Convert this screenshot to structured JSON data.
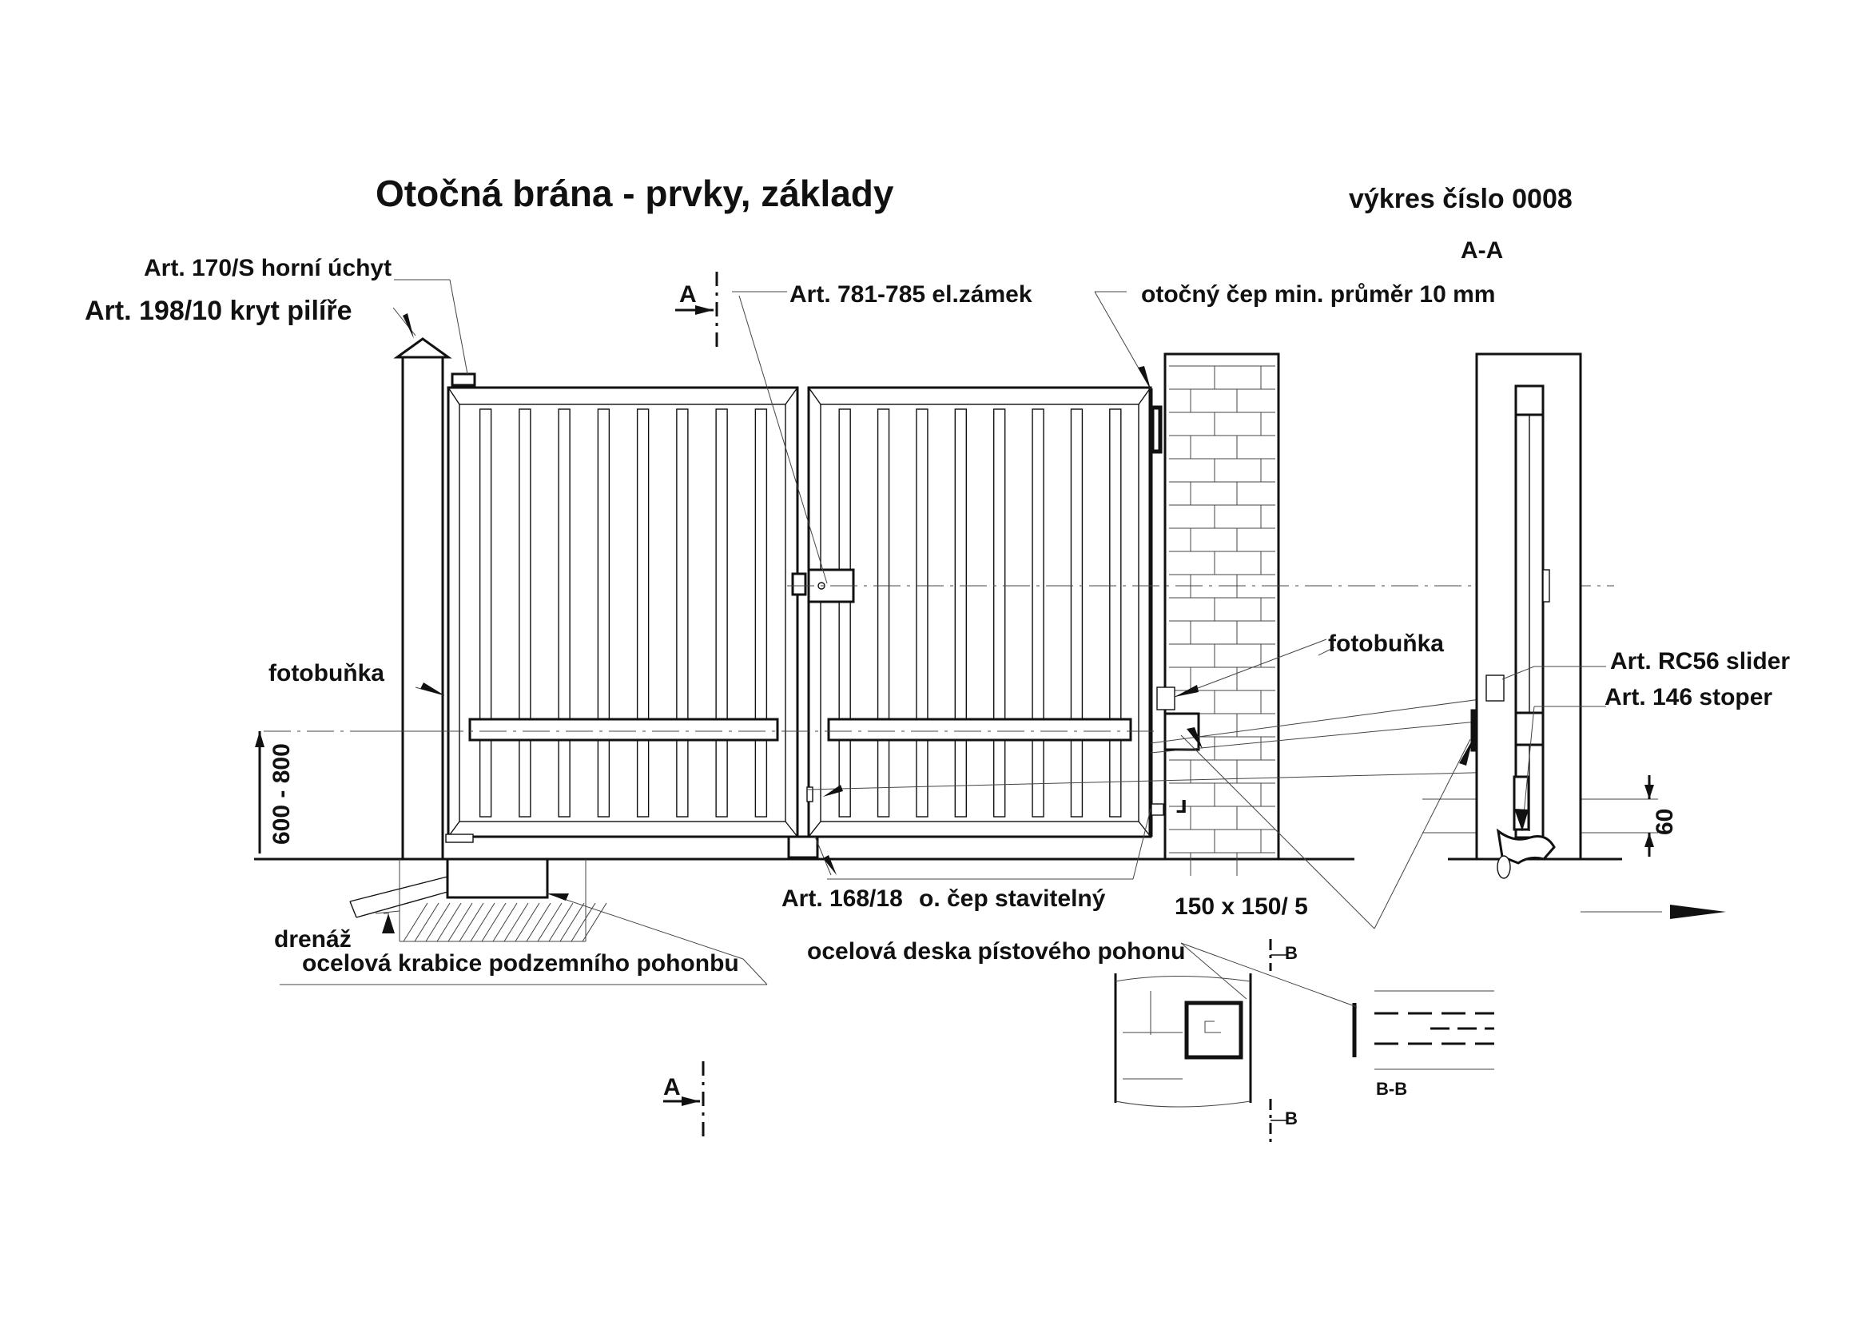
{
  "drawing": {
    "title": "Otočná brána - prvky, základy",
    "drawing_number": "výkres číslo 0008",
    "labels": {
      "art_170s": "Art. 170/S horní úchyt",
      "art_198_10": "Art. 198/10 kryt pilíře",
      "art_781_785": "Art. 781-785 el.zámek",
      "pivot": "otočný čep min. průměr 10 mm",
      "photocell_left": "fotobuňka",
      "photocell_right": "fotobuňka",
      "art_rc56": "Art. RC56 slider",
      "art_146": "Art. 146 stoper",
      "art_168_18": "Art. 168/18",
      "adjustable_pivot": "o. čep stavitelný",
      "plate_size": "150 x 150/ 5",
      "drainage": "drenáž",
      "steel_box": "ocelová krabice podzemního pohonbu",
      "piston_plate": "ocelová deska pístového pohonu"
    },
    "dimensions": {
      "height_range": "600 - 800",
      "side_offset": "60"
    },
    "sections": {
      "aa_title": "A-A",
      "a_top": "A",
      "a_bottom": "A",
      "b_top": "B",
      "b_bottom": "B",
      "bb_title": "B-B"
    }
  }
}
